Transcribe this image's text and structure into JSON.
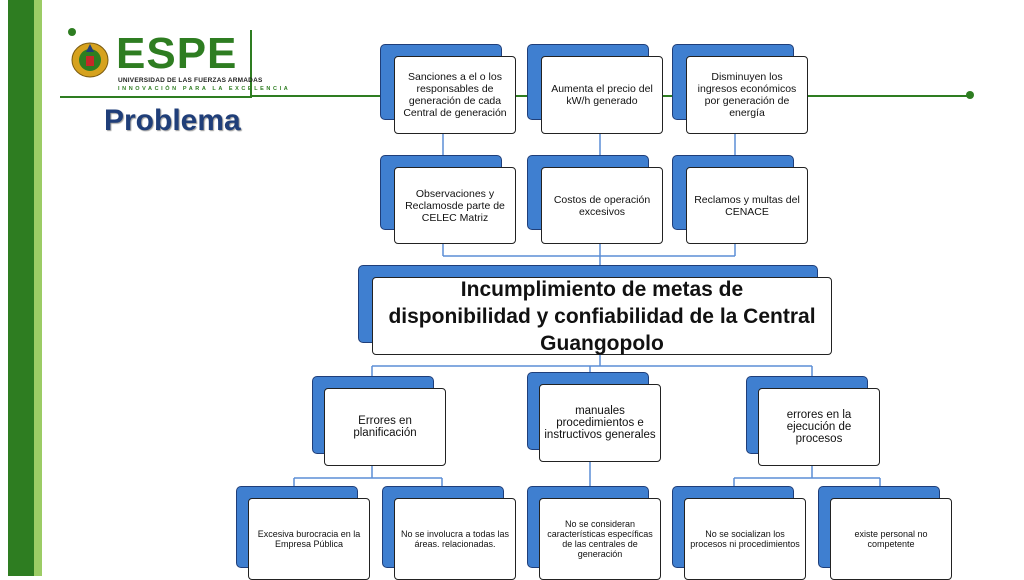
{
  "logo": {
    "name": "ESPE",
    "line1": "UNIVERSIDAD DE LAS FUERZAS ARMADAS",
    "line2": "INNOVACIÓN PARA LA EXCELENCIA"
  },
  "slide_title": "Problema",
  "diagram": {
    "effects_top": [
      "Sanciones a el o los responsables de generación de cada Central de generación",
      "Aumenta el precio del kW/h generado",
      "Disminuyen los ingresos económicos por generación de energía"
    ],
    "effects_mid": [
      "Observaciones y Reclamosde parte de CELEC Matriz",
      "Costos de operación excesivos",
      "Reclamos y multas del CENACE"
    ],
    "central_problem": "Incumplimiento de metas de disponibilidad y confiabilidad de la Central Guangopolo",
    "causes": [
      "Errores en planificación",
      "manuales procedimientos e instructivos generales",
      "errores en la ejecución de procesos"
    ],
    "sub_causes": [
      "Excesiva burocracia en la Empresa Pública",
      "No se involucra a todas las áreas. relacionadas.",
      "No se consideran características específicas de las centrales de generación",
      "No se socializan los procesos ni procedimientos",
      "existe personal no competente"
    ]
  },
  "colors": {
    "brand_green": "#2e7d21",
    "node_blue": "#3f7fd0",
    "title_blue": "#1f3e79"
  }
}
